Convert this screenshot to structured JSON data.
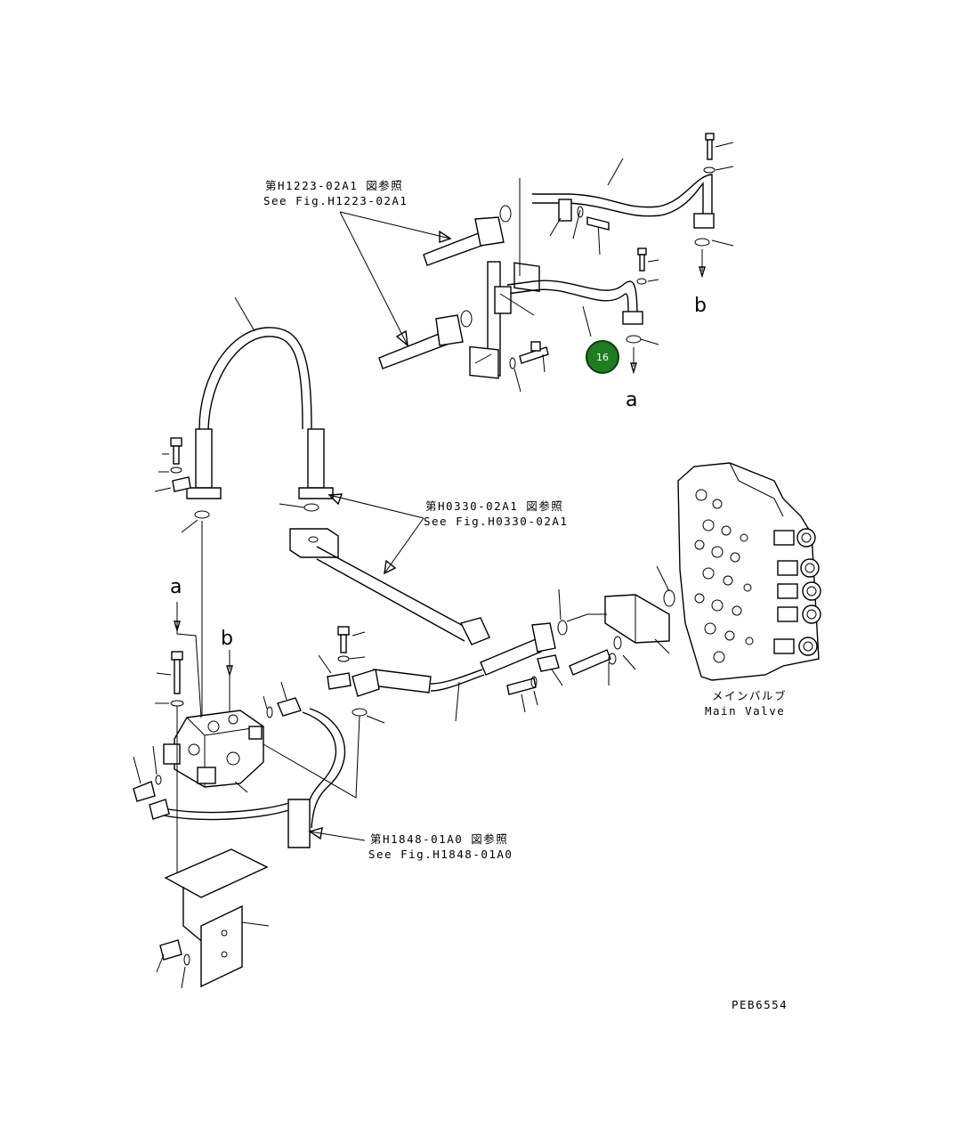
{
  "references": [
    {
      "jp": "第H1223-02A1 図参照",
      "en": "See Fig.H1223-02A1"
    },
    {
      "jp": "第H0330-02A1 図参照",
      "en": "See Fig.H0330-02A1"
    },
    {
      "jp": "第H1848-01A0 図参照",
      "en": "See Fig.H1848-01A0"
    }
  ],
  "main_valve": {
    "jp": "メインバルブ",
    "en": "Main Valve"
  },
  "callouts": {
    "a_top": "a",
    "b_top": "b",
    "a_left": "a",
    "b_left": "b"
  },
  "highlight": {
    "label": "16",
    "color": "#1e7d1e"
  },
  "drawing_code": "PEB6554"
}
